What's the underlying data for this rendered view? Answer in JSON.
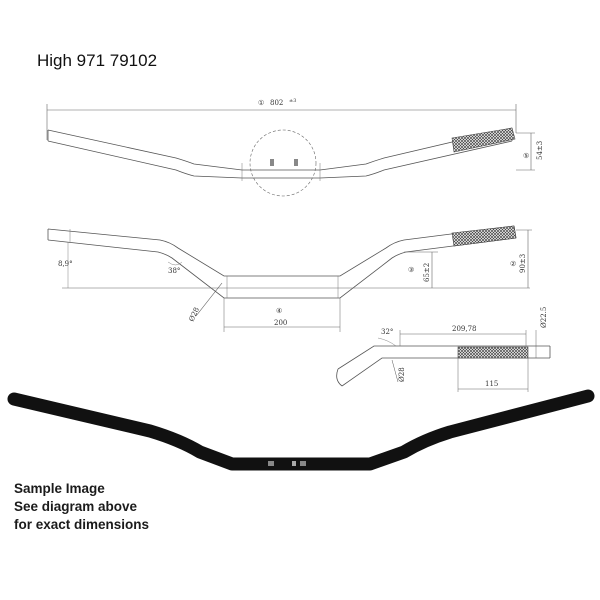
{
  "title": "High 971 79102",
  "caption": {
    "line1": "Sample Image",
    "line2": "See diagram above",
    "line3": "for exact dimensions"
  },
  "top_view": {
    "width_index": "①",
    "width_label": "802",
    "width_tol": "±3",
    "rise_index": "⑤",
    "rise_label": "54±3"
  },
  "front_view": {
    "end_angle": "8,9°",
    "bend_angle": "38°",
    "center_index": "④",
    "center_width": "200",
    "clamp_label": "Ø28",
    "rise_index": "③",
    "rise_label": "65±2",
    "height_index": "②",
    "height_label": "90±3"
  },
  "side_view": {
    "sweep_angle": "32°",
    "length_label": "209,78",
    "grip_len": "115",
    "grip_dia": "Ø22.5",
    "clamp_label": "Ø28"
  },
  "colors": {
    "line": "#555555",
    "bar": "#111111",
    "knurl": "#444444"
  }
}
